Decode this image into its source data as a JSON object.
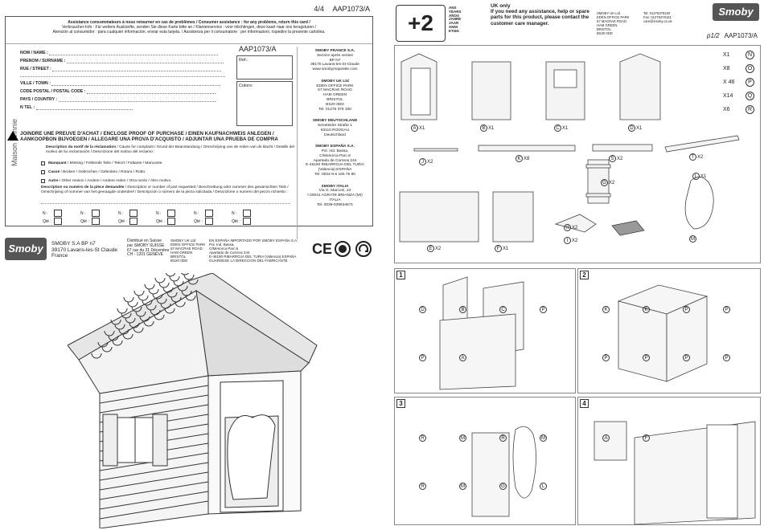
{
  "left_page": {
    "page_number": "4/4",
    "doc_code": "AAP1073/A",
    "form": {
      "header_lines": [
        "Assistance consommateurs à nous retourner en cas de problèmes / Consumer assistance : for any problems, return this card /",
        "Verbraucher-Info : Für weitere Auskünfte, senden Sie diese Karte bitte an / Klantenservice : voor inlichtingen, deze kaart naar ons terugsturen /",
        "Atención al consumidor : para cualquier información, enviar esta tarjeta. / Assistenza per il consumatore : per informazioni, rispedire la presente cartolina."
      ],
      "fields": [
        "NOM / NAME :",
        "PRENOM / SURNAME :",
        "RUE / STREET :",
        "VILLE / TOWN :",
        "CODE POSTAL / POSTAL CODE :",
        "PAYS / COUNTRY :",
        "N TEL :"
      ],
      "ref_label": "Ref.:",
      "colors_label": "Colors:",
      "form_code": "AAP1073/A",
      "proof_text": "JOINDRE UNE PREUVE D'ACHAT / ENCLOSE PROOF OF PURCHASE / EINEN KAUFNACHWEIS ANLEGEN / AANKOOPBON BIJVOEGEN / ALLEGARE UNA PROVA D'ACQUISTO / ADJUNTAR UNA PRUEBA DE COMPRA",
      "motif_title": "Description du motif de la réclamation",
      "motif_text": " / Cause for complaint / Grund der Beanstandung / Omschrijving  van de reden van de klacht / Detalle del motivo de su reclamación / Descrizione del motivo del reclamo :",
      "checkbox_options": [
        {
          "bold": "Manquant",
          "text": " / Missing / Fehlende Teile / Tekort / Faltante / Mancante."
        },
        {
          "bold": "Cassé",
          "text": " / Broken / Gebrochen / Gebroken / Rotura / Rotto."
        },
        {
          "bold": "Autre",
          "text": " / Other reason / Andere / Andere reden / Otra razón / Altro motivo"
        }
      ],
      "part_desc_title": "Description ou numéro de la pièce demandée",
      "part_desc_text": " / Description or number of part requested / Beschreibung oder nummer des gewünschten Teils / Omschrijving of nummer van het gevraagde onderdeel / Descripción o número de la pieza solicitada / Descrizione o numero del pezzo richiesto :",
      "n_label": "N :",
      "qte_label": "Qté :",
      "side_label": "Maison Winnie"
    },
    "addresses": [
      {
        "name": "SMOBY FRANCE S.A.",
        "lines": [
          "Service après ventes",
          "BP N7",
          "39170 Lavans-les-St-Claude",
          "www.smobymajorette.com"
        ]
      },
      {
        "name": "SMOBY UK Ltd",
        "lines": [
          "EDEN OFFICE PARK",
          "67 MACRAE ROAD",
          "HAM GREEN",
          "BRISTOL",
          "BS20 0DD",
          "Tel. 01275 376 160"
        ]
      },
      {
        "name": "SMOBY DEUTSCHLAND",
        "lines": [
          "Seneteider Straße 1",
          "63110 RODGAU",
          "Deutschland"
        ]
      },
      {
        "name": "SMOBY ESPAÑA S.A.",
        "lines": [
          "Pol. Ind. Bassa,",
          "C/Menorca Parc.6",
          "Apartado de Correos 244",
          "E-46190 RIBARROJA DEL TURIA",
          "(Valencia) ESPAÑA",
          "Tel. 0034-9-6 166 75 80"
        ]
      },
      {
        "name": "SMOBY ITALIA",
        "lines": [
          "Via G. Marconi, 24",
          "I-20041 AGRATE BRIANZA (MI)",
          "ITALIA",
          "Tel. 0039-039634671"
        ]
      }
    ],
    "brand_strip": {
      "logo": "Smoby",
      "company": [
        "SMOBY S.A  BP n7",
        "39170 Lavans-les-St Claude",
        "France"
      ],
      "swiss": [
        "Distribué en Suisse",
        "par SMOBY SUISSE",
        "67 rue du 31 Décembre",
        "CH - 1201 GENÈVE"
      ],
      "uk": [
        "SMOBY UK Ltd",
        "EDEN OFFICE PARK",
        "67 MACRAE ROAD",
        "HAM GREEN",
        "BRISTOL",
        "BS20 0DD"
      ],
      "spain": [
        "EN ESPAÑA IMPORTADO POR  SMOBY ESPAÑA S.A.",
        "Pol. Ind. Bassa,",
        "C/Menorca Parc.6",
        "Apartado de Correos 244",
        "E-46190 RIBARROJA DEL TURIA (Valencia) ESPAÑA",
        "GUARDESE LA DIRECCION DEL FABRICANTE"
      ],
      "ce_mark": "CE"
    }
  },
  "right_page": {
    "age_icon": "+2",
    "age_text": [
      "ANS",
      "YEARS",
      "AÑOS",
      "JAHRE",
      "JAAR",
      "ANNI",
      "ETΩN"
    ],
    "uk_title": "UK only",
    "uk_text": "If you need any assistance, help or spare parts for this product, please contact the customer care manager.",
    "uk_address": [
      "SMOBY  UK Ltd",
      "EDEN OFFICE PARK",
      "67 MACRAE ROAD",
      "HAM GREEN",
      "BRISTOL",
      "BS20 0DD"
    ],
    "uk_contact": [
      "Tel: 01275376160",
      "Fax: 01275376161",
      "care@smoby.co.uk"
    ],
    "logo": "Smoby",
    "page_ref": "p1/2",
    "doc_code": "AAP1073/A",
    "parts": [
      {
        "letter": "A",
        "qty": "X1"
      },
      {
        "letter": "B",
        "qty": "X1"
      },
      {
        "letter": "C",
        "qty": "X1"
      },
      {
        "letter": "D",
        "qty": "X1"
      },
      {
        "letter": "J",
        "qty": "X2"
      },
      {
        "letter": "K",
        "qty": "X8"
      },
      {
        "letter": "S",
        "qty": "X2"
      },
      {
        "letter": "T",
        "qty": "X2"
      },
      {
        "letter": "G",
        "qty": "X2"
      },
      {
        "letter": "L",
        "qty": "X1"
      },
      {
        "letter": "E",
        "qty": "X2"
      },
      {
        "letter": "F",
        "qty": "X1"
      },
      {
        "letter": "H",
        "qty": "X2"
      },
      {
        "letter": "I",
        "qty": "X2"
      },
      {
        "letter": "M",
        "qty": ""
      }
    ],
    "hardware": [
      {
        "qty": "X1",
        "letter": "N"
      },
      {
        "qty": "X8",
        "letter": "O"
      },
      {
        "qty": "X 46",
        "letter": "P"
      },
      {
        "qty": "X14",
        "letter": "Q"
      },
      {
        "qty": "X6",
        "letter": "R"
      }
    ],
    "steps": [
      {
        "num": "1",
        "labels": [
          "D",
          "B",
          "C",
          "P",
          "P",
          "A"
        ]
      },
      {
        "num": "2",
        "labels": [
          "K",
          "K",
          "P",
          "P",
          "P",
          "P",
          "P",
          "P"
        ]
      },
      {
        "num": "3",
        "labels": [
          "R",
          "M",
          "R",
          "M",
          "R",
          "M",
          "G",
          "L"
        ]
      },
      {
        "num": "4",
        "labels": [
          "A",
          "F"
        ]
      }
    ]
  }
}
